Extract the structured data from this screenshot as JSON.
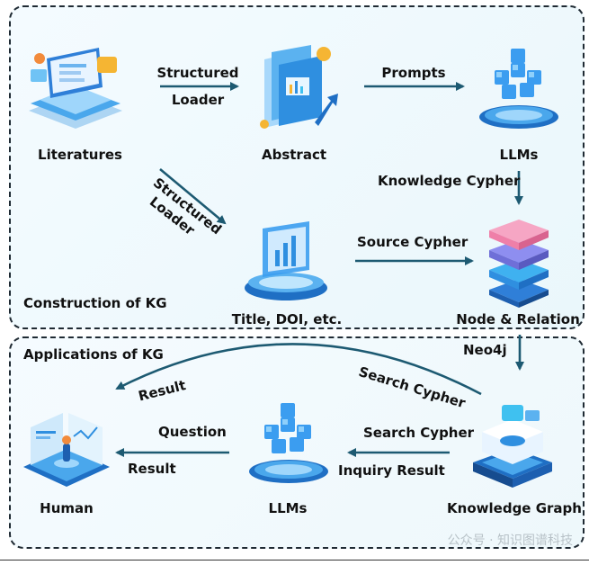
{
  "sections": {
    "construction": "Construction of KG",
    "applications": "Applications of KG"
  },
  "nodes": {
    "literatures": "Literatures",
    "abstract": "Abstract",
    "llms_top": "LLMs",
    "title_doi": "Title, DOI, etc.",
    "node_relation": "Node & Relation",
    "human": "Human",
    "llms_bottom": "LLMs",
    "knowledge_graph": "Knowledge Graph"
  },
  "edges": {
    "structured_loader_1a": "Structured",
    "structured_loader_1b": "Loader",
    "prompts": "Prompts",
    "structured_loader_2a": "Structured",
    "structured_loader_2b": "Loader",
    "knowledge_cypher": "Knowledge Cypher",
    "source_cypher": "Source Cypher",
    "neo4j": "Neo4j",
    "result_arc": "Result",
    "search_cypher_arc": "Search Cypher",
    "question": "Question",
    "result_bottom": "Result",
    "search_cypher": "Search Cypher",
    "inquiry_result": "Inquiry Result"
  },
  "watermark": "公众号 · 知识图谱科技",
  "colors": {
    "arrow": "#1d5a72",
    "border": "#1f2a33",
    "accent_blue": "#2f8fe0",
    "accent_cyan": "#3fc1f0"
  }
}
